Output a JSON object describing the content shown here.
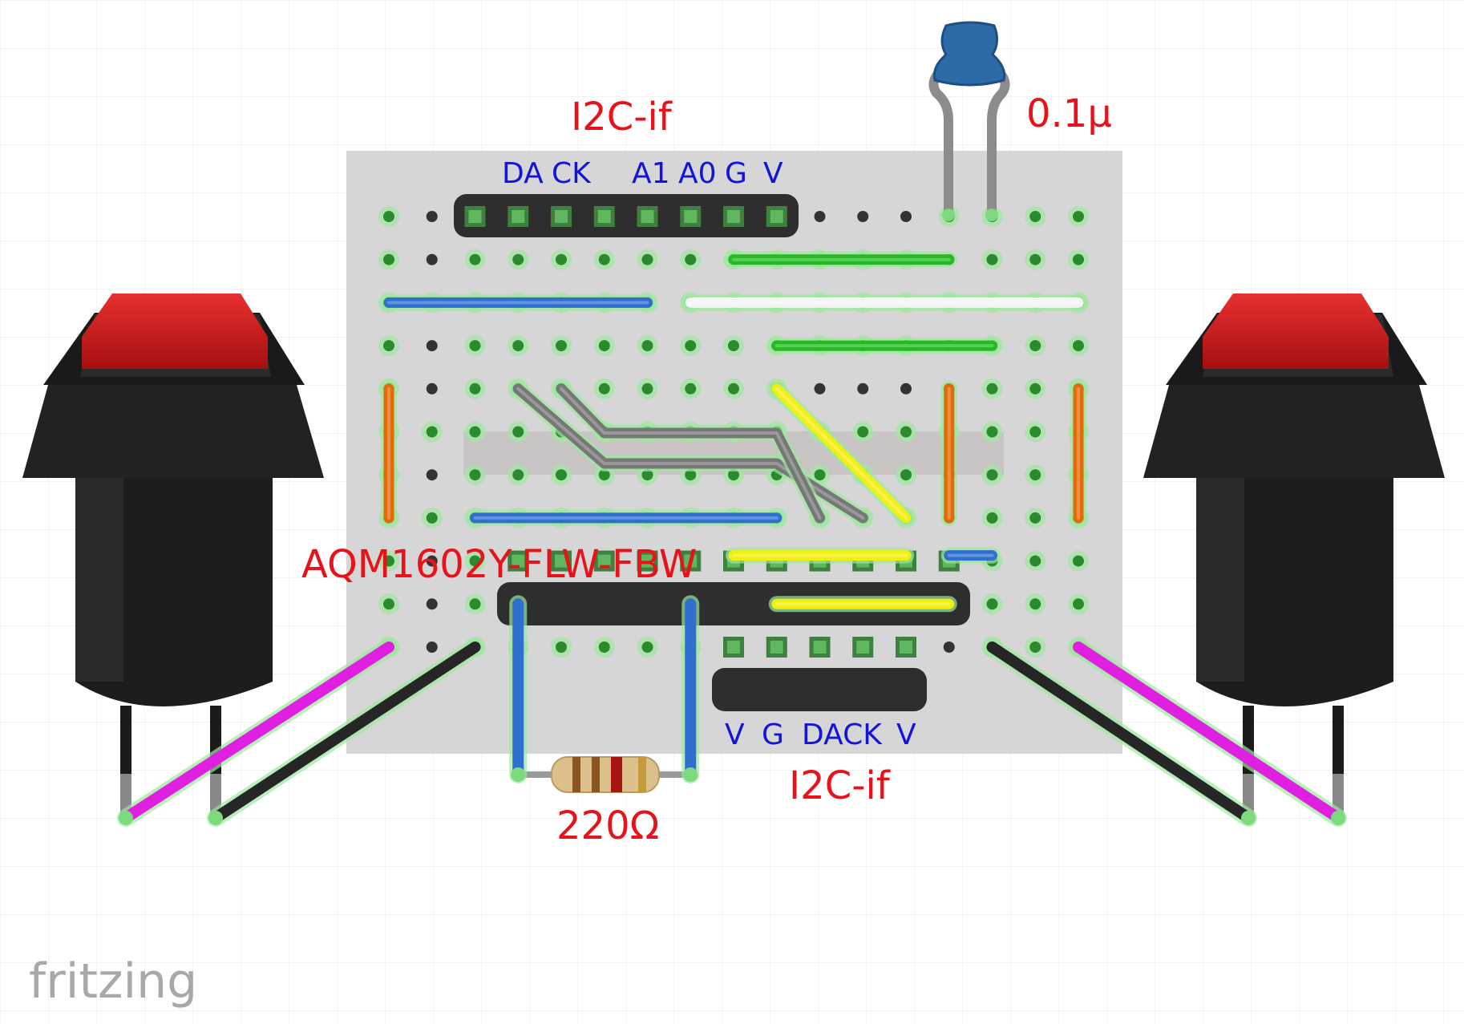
{
  "labels": {
    "i2c_top": "I2C-if",
    "i2c_bottom": "I2C-if",
    "capacitor": "0.1μ",
    "resistor": "220Ω",
    "lcd": "AQM1602Y-FLW-FBW",
    "pins_top": [
      "DA",
      "CK",
      "A1",
      "A0",
      "G",
      "V"
    ],
    "pins_bottom": [
      "V",
      "G",
      "DACK",
      "V"
    ]
  },
  "brand": "fritzing",
  "colors": {
    "label_red": "#e8121a",
    "label_blue": "#1414d8",
    "board": "#d6d6d6",
    "wire_blue": "#2f6fd0",
    "wire_green": "#22bb22",
    "wire_white": "#f4f4f4",
    "wire_orange": "#e46a06",
    "wire_yellow": "#f2ef10",
    "wire_gray": "#777777",
    "wire_magenta": "#e020e0",
    "wire_black": "#262626",
    "button_cap": "#c91717",
    "button_body": "#1d1d1d",
    "capacitor": "#2d6aa8"
  },
  "components": [
    {
      "name": "stripboard",
      "type": "perfboard"
    },
    {
      "name": "i2c-interface-header-top",
      "type": "header",
      "pins": 8
    },
    {
      "name": "lcd-header",
      "type": "header",
      "pins": 11
    },
    {
      "name": "i2c-interface-header-bottom",
      "type": "header",
      "pins": 5
    },
    {
      "name": "ceramic-capacitor",
      "type": "capacitor",
      "value": "0.1μ"
    },
    {
      "name": "resistor",
      "type": "resistor",
      "value": "220Ω"
    },
    {
      "name": "push-button-left",
      "type": "pushbutton"
    },
    {
      "name": "push-button-right",
      "type": "pushbutton"
    }
  ]
}
